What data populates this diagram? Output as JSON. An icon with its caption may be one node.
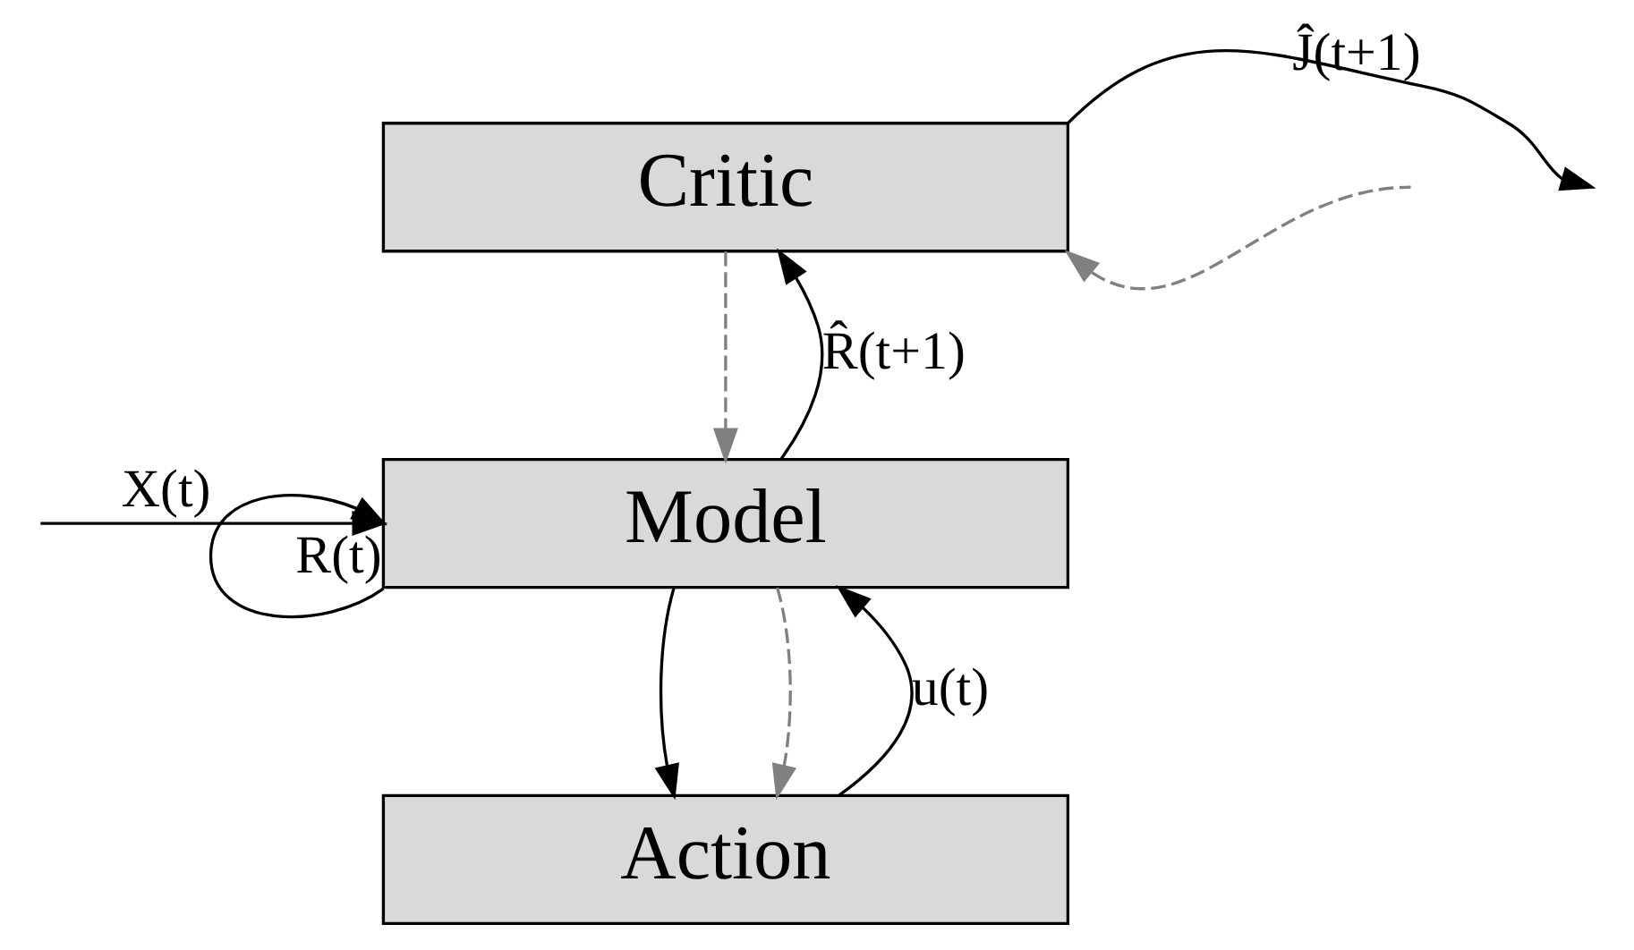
{
  "diagram": {
    "nodes": [
      {
        "text": [
          "Critic"
        ]
      },
      {
        "text": [
          "Model"
        ]
      },
      {
        "text": [
          "Action"
        ]
      }
    ],
    "edges": [
      {
        "from": 1,
        "to": 0,
        "arrow": "to",
        "label": "R̂(t+1)"
      },
      {
        "from": 0,
        "to": null,
        "arrow": "to",
        "label": "Ĵ(t+1)"
      },
      {
        "from": null,
        "to": 0,
        "arrow": "to",
        "style": "dashed",
        "color": "#808080"
      },
      {
        "from": 0,
        "to": 1,
        "arrow": "to",
        "style": "dashed",
        "color": "#808080"
      },
      {
        "from": null,
        "to": 1,
        "arrow": "to",
        "label": "X(t)"
      },
      {
        "from": 1,
        "to": 1,
        "arrow": "to",
        "label": "R(t)"
      },
      {
        "from": 1,
        "to": 2,
        "arrow": "to"
      },
      {
        "from": 2,
        "to": 1,
        "arrow": "to",
        "label": "u(t)"
      },
      {
        "from": 1,
        "to": 2,
        "arrow": "to",
        "style": "dashed",
        "color": "#808080"
      }
    ]
  }
}
